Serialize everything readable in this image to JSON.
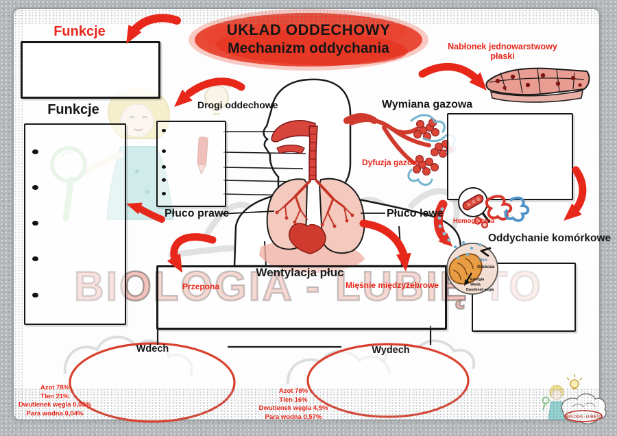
{
  "title": {
    "line1": "UKŁAD ODDECHOWY",
    "line2": "Mechanizm oddychania"
  },
  "sections": {
    "funkcje_top": "Funkcje",
    "funkcje_left": "Funkcje",
    "drogi_oddechowe": "Drogi oddechowe",
    "nablonek_line1": "Nabłonek jednowarstwowy",
    "nablonek_line2": "płaski",
    "wymiana_gazowa": "Wymiana gazowa",
    "dyfuzja_gazow": "Dyfuzja gazów",
    "hemoglobina": "Hemoglobina",
    "oddychanie_komorkowe": "Oddychanie komórkowe",
    "pluco_prawe": "Płuco prawe",
    "pluco_lewe": "Płuco lewe",
    "wentylacja_pluc": "Wentylacja płuc",
    "przepona": "Przepona",
    "miesnie_miedzyzebrowe": "Mięśnie międzyżebrowe",
    "wdech": "Wdech",
    "wydech": "Wydech"
  },
  "mitochondrium": {
    "tlen": "Tlen",
    "glukoza": "Glukoza",
    "energia": "Energia",
    "woda": "Woda",
    "dwutlenek_wegla": "Dwutlenek węgla"
  },
  "wdech_sklad": [
    "Azot 78%",
    "Tlen 21%",
    "Dwutlenek węgla 0,03%",
    "Para wodna 0,04%"
  ],
  "wydech_sklad": [
    "Azot 78%",
    "Tlen 16%",
    "Dwutlenek węgla 4,5%",
    "Para wodna 0,57%"
  ],
  "watermark": {
    "text": "BIOLOGIA - LUBIĘ TO"
  },
  "logo": {
    "text": "BIOLOGIA - LUBIĘTO"
  },
  "colors": {
    "accent_red": "#e8271b",
    "title_bg": "#e73b28",
    "ink": "#1a1a1a",
    "lung_pink": "#f4cabe",
    "bronchi_red": "#c53527",
    "epithelium_pink": "#e99d92",
    "capillary_blue": "#6fb3cc",
    "mito_orange": "#e89c43"
  }
}
